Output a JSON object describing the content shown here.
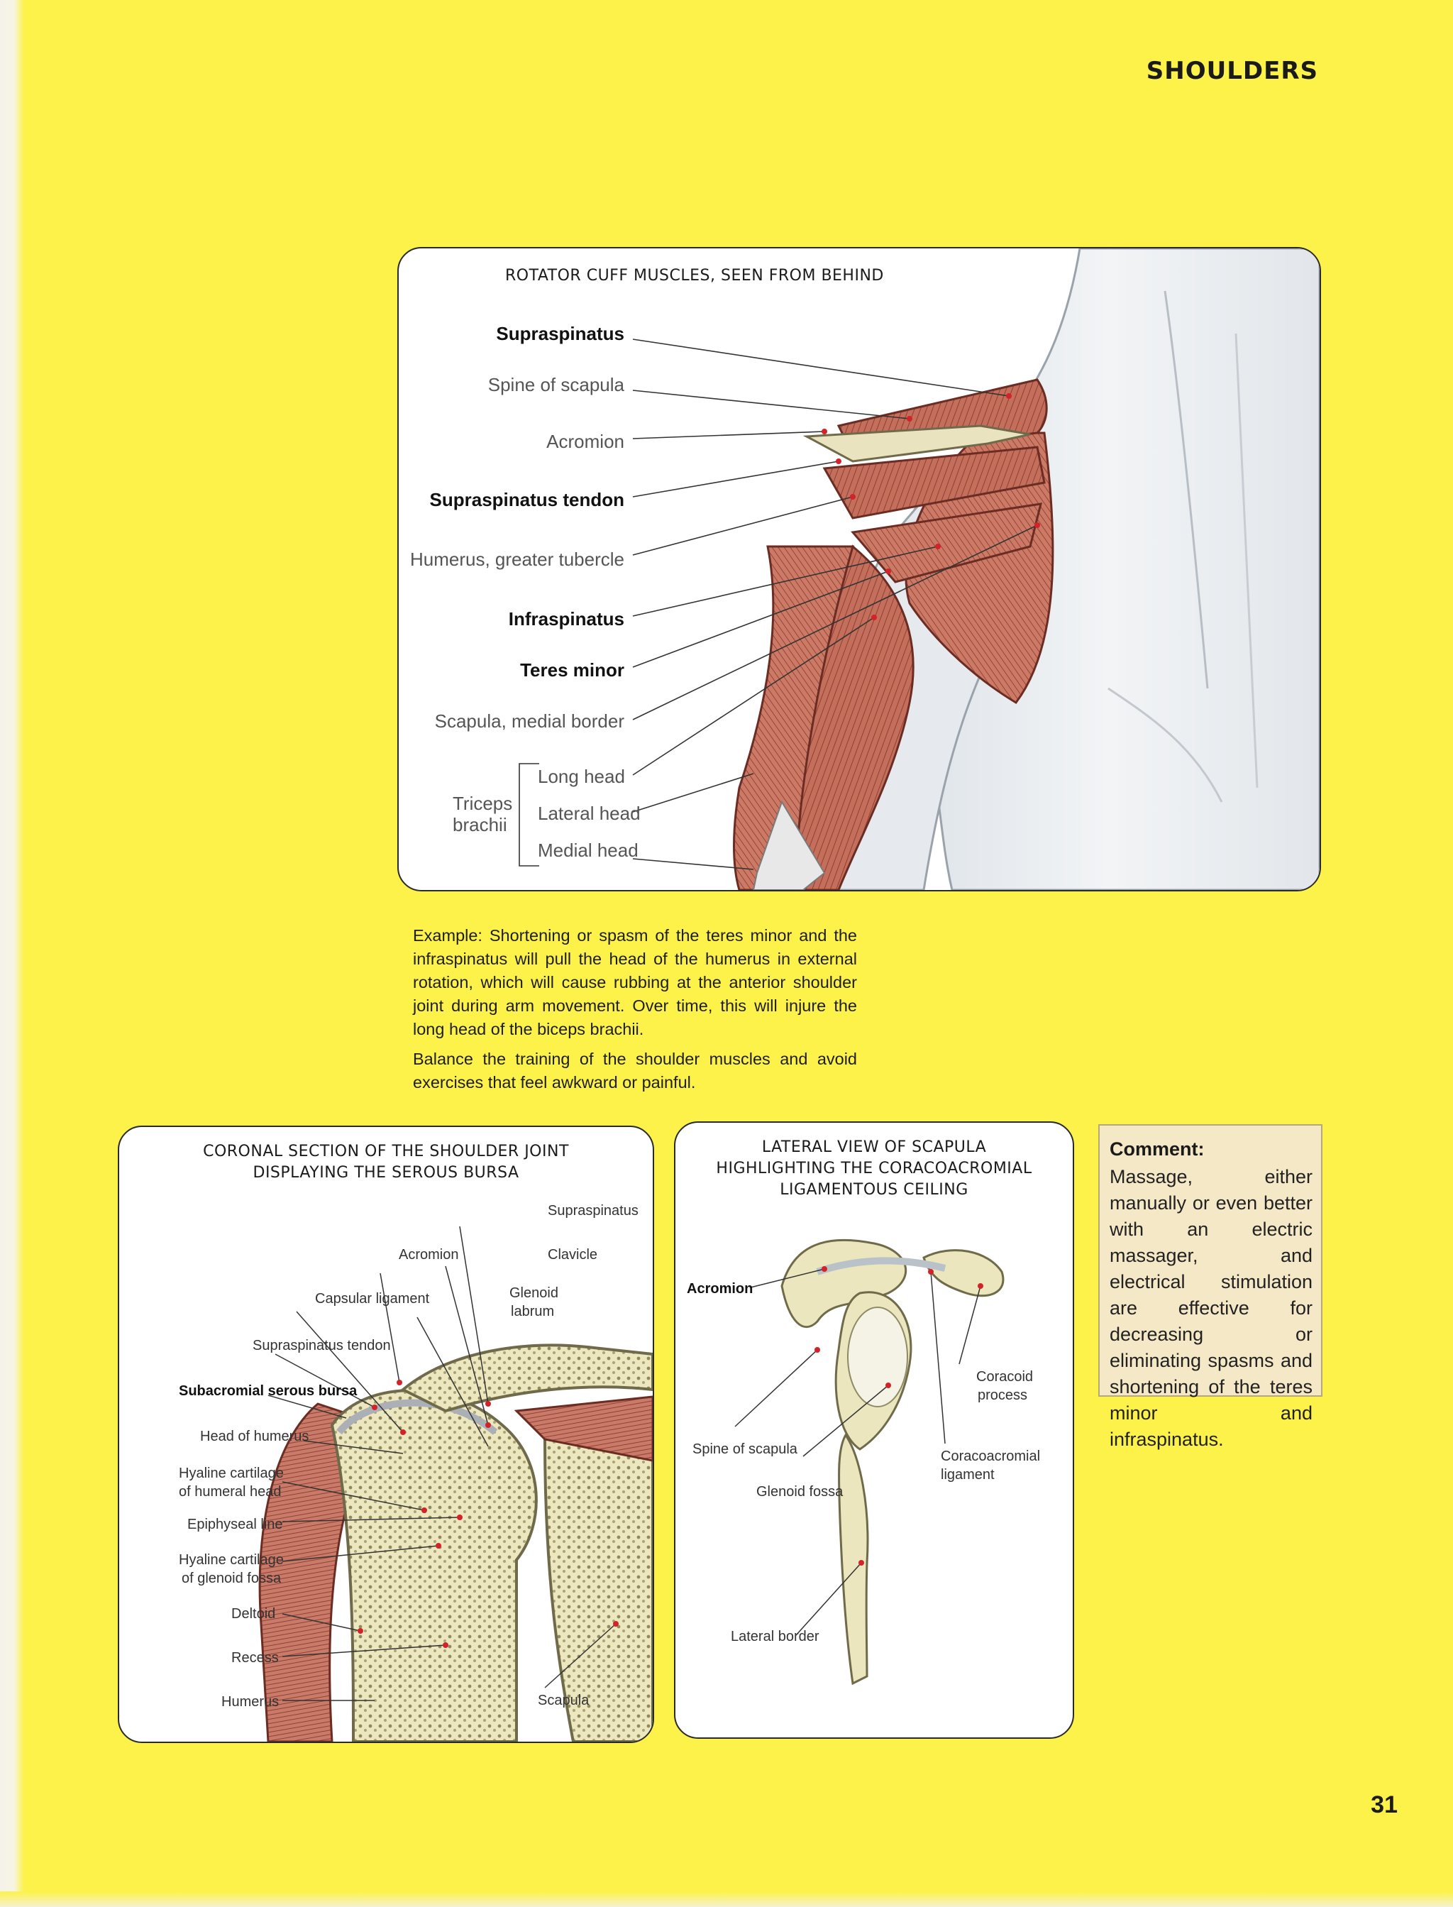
{
  "section_title": "SHOULDERS",
  "page_number": "31",
  "figure_rotator": {
    "title": "ROTATOR CUFF MUSCLES, SEEN FROM BEHIND",
    "labels": {
      "supraspinatus": "Supraspinatus",
      "spine_of_scapula": "Spine of scapula",
      "acromion": "Acromion",
      "supraspinatus_tendon": "Supraspinatus tendon",
      "humerus_greater_tubercle": "Humerus, greater tubercle",
      "infraspinatus": "Infraspinatus",
      "teres_minor": "Teres minor",
      "scapula_medial_border": "Scapula, medial border",
      "triceps_line1": "Triceps",
      "triceps_line2": "brachii",
      "long_head": "Long head",
      "lateral_head": "Lateral head",
      "medial_head": "Medial head"
    }
  },
  "example_text": [
    "Example: Shortening or spasm of the teres minor and the infraspinatus will pull the head of the humerus in external rotation, which will cause rubbing at the anterior shoulder joint during arm movement. Over time, this will injure the long head of the biceps brachii.",
    "Balance the training of the shoulder muscles and avoid exercises that feel awkward or painful."
  ],
  "figure_coronal": {
    "title_line1": "CORONAL SECTION OF THE SHOULDER JOINT",
    "title_line2": "DISPLAYING THE SEROUS BURSA",
    "labels": {
      "supraspinatus": "Supraspinatus",
      "acromion": "Acromion",
      "clavicle": "Clavicle",
      "capsular_ligament": "Capsular ligament",
      "glenoid_labrum_1": "Glenoid",
      "glenoid_labrum_2": "labrum",
      "supraspinatus_tendon": "Supraspinatus tendon",
      "subacromial_bursa": "Subacromial serous bursa",
      "head_of_humerus": "Head of humerus",
      "hyaline_humeral_1": "Hyaline cartilage",
      "hyaline_humeral_2": "of humeral head",
      "epiphyseal_line": "Epiphyseal line",
      "hyaline_glenoid_1": "Hyaline cartilage",
      "hyaline_glenoid_2": "of glenoid fossa",
      "deltoid": "Deltoid",
      "recess": "Recess",
      "humerus": "Humerus",
      "scapula": "Scapula"
    }
  },
  "figure_scapula": {
    "title_line1": "LATERAL VIEW OF SCAPULA",
    "title_line2": "HIGHLIGHTING THE CORACOACROMIAL",
    "title_line3": "LIGAMENTOUS CEILING",
    "labels": {
      "acromion": "Acromion",
      "coracoid_1": "Coracoid",
      "coracoid_2": "process",
      "spine_of_scapula": "Spine of scapula",
      "coracoacromial_1": "Coracoacromial",
      "coracoacromial_2": "ligament",
      "glenoid_fossa": "Glenoid fossa",
      "lateral_border": "Lateral border"
    }
  },
  "comment": {
    "title": "Comment:",
    "text": "Massage, either manually or even better with an electric massager, and electrical stimulation are effective for decreasing or eliminating spasms and shortening of the teres minor and infraspinatus."
  },
  "colors": {
    "page_background": "#fcf24a",
    "muscle": "#b8604f",
    "bone": "#e8e2b4",
    "comment_background": "#f5e8c6"
  }
}
